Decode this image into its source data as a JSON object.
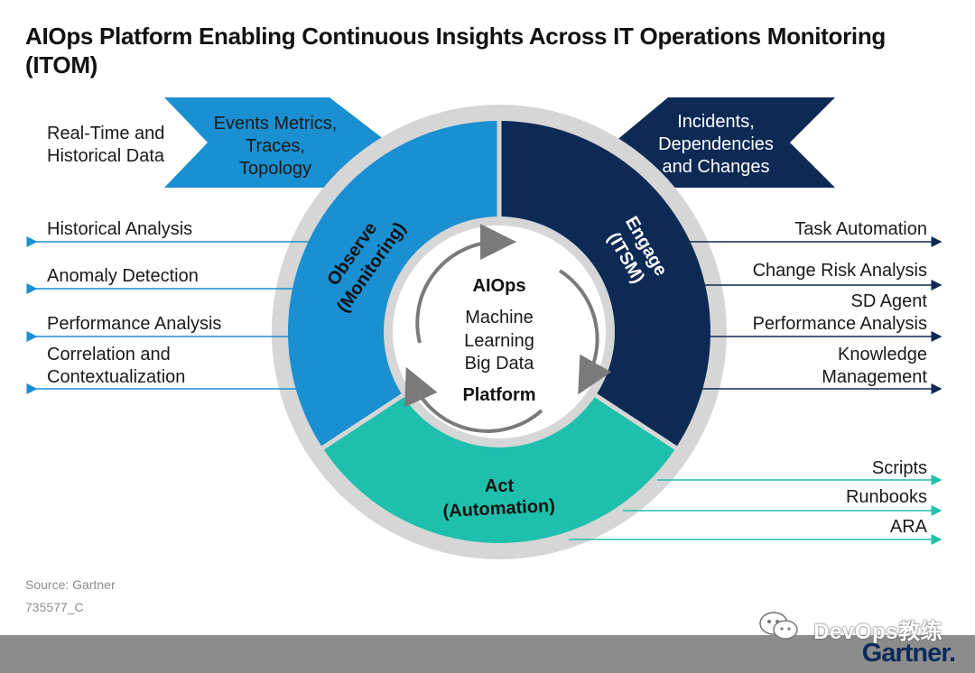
{
  "title": "AIOps Platform Enabling Continuous Insights Across IT Operations Monitoring (ITOM)",
  "inputs": {
    "left_caption": [
      "Real-Time and",
      "Historical Data"
    ],
    "left_arrow_text": [
      "Events Metrics,",
      "Traces,",
      "Topology"
    ],
    "right_arrow_text": [
      "Incidents,",
      "Dependencies",
      "and Changes"
    ]
  },
  "segments": {
    "observe": [
      "Observe",
      "(Monitoring)"
    ],
    "engage": [
      "Engage",
      "(ITSM)"
    ],
    "act": [
      "Act",
      "(Automation)"
    ]
  },
  "center": {
    "heading": "AIOps",
    "lines": [
      "Machine",
      "Learning",
      "Big Data"
    ],
    "footer": "Platform"
  },
  "observe_outputs": [
    "Historical Analysis",
    "Anomaly Detection",
    "Performance Analysis",
    "Correlation and",
    "Contextualization"
  ],
  "engage_outputs": [
    "Task Automation",
    "Change Risk Analysis",
    "SD Agent",
    "Performance Analysis",
    "Knowledge",
    "Management"
  ],
  "act_outputs": [
    "Scripts",
    "Runbooks",
    "ARA"
  ],
  "source": "Source: Gartner",
  "doc_id": "735577_C",
  "watermark": "DevOps教练",
  "logo": "Gartner.",
  "colors": {
    "observe": "#1a8fd1",
    "engage": "#0d2a55",
    "act": "#1ec0ad",
    "ring": "#d6d6d6",
    "arrow_center": "#7a7a7a"
  }
}
